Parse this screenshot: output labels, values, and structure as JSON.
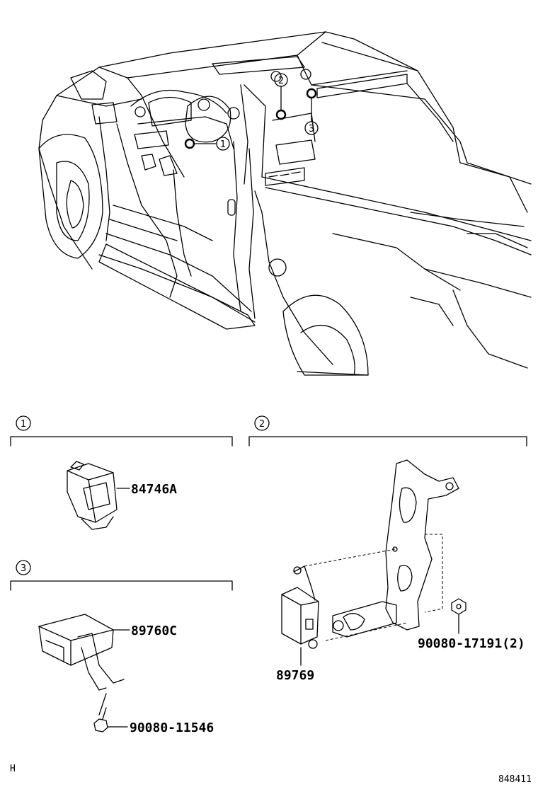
{
  "callouts": [
    "1",
    "2",
    "3"
  ],
  "sections": [
    {
      "number": "1",
      "parts": [
        {
          "label": "84746A"
        }
      ]
    },
    {
      "number": "2",
      "parts": [
        {
          "label": "89769"
        },
        {
          "label": "90080-17191(2)"
        }
      ]
    },
    {
      "number": "3",
      "parts": [
        {
          "label": "89760C"
        },
        {
          "label": "90080-11546"
        }
      ]
    }
  ],
  "footer": {
    "left_code": "H",
    "diagram_id": "848411"
  }
}
